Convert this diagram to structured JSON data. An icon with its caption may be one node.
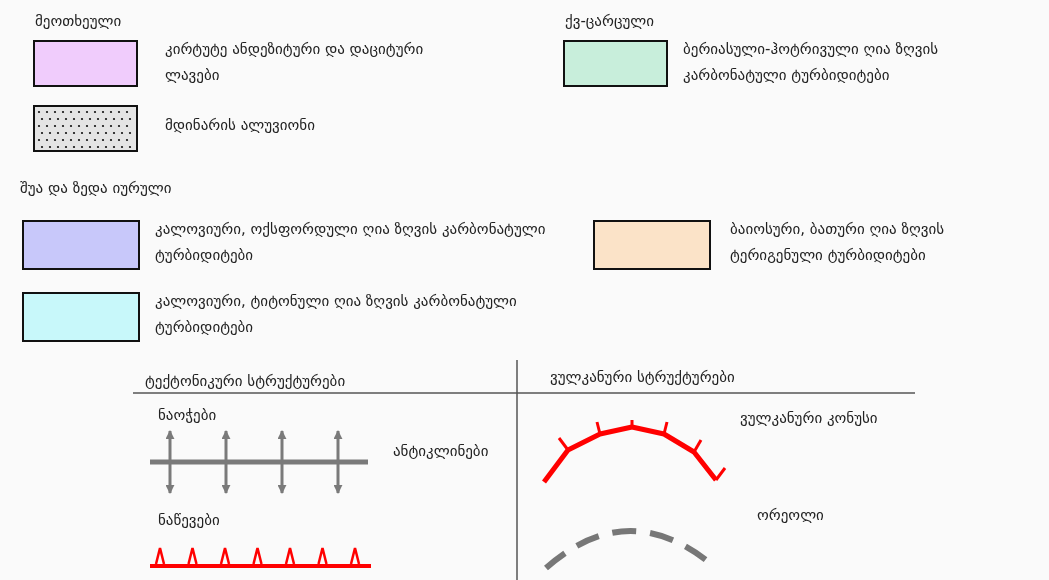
{
  "diagram": {
    "labels": [
      "მეოთხეული",
      "ქვ-ცარცული",
      "შუა და ზედა იურული",
      "ტექტონიკური სტრუქტურები",
      "ვულკანური სტრუქტურები",
      "ნაოჭები"
    ],
    "legend": [
      {
        "text": "კირტუტე ანდეზიტური და დაციტური ლავები",
        "color": "#f0ccfc"
      },
      {
        "text": "ბერიასული-ჰოტრივული ღია ზღვის კარბონატული ტურბიდიტები",
        "color": "#c8eedb"
      },
      {
        "text": "მდინარის ალუვიონი"
      },
      {
        "text": "კალოვიური, ოქსფორდული ღია ზღვის კარბონატული ტურბიდიტები",
        "color": "#c8c8fa"
      },
      {
        "text": "ბაიოსური, ბათური ღია ზღვის ტერიგენული ტურბიდიტები",
        "color": "#fbe3c8"
      },
      {
        "text": "კალოვიური, ტიტონული ღია ზღვის კარბონატული ტურბიდიტები",
        "color": "#c8f8fa"
      },
      {
        "text": "ანტიკლინები"
      },
      {
        "text": "ნაწევები"
      },
      {
        "text": "ვულკანური კონუსი"
      },
      {
        "text": "ორეოლი"
      }
    ]
  }
}
